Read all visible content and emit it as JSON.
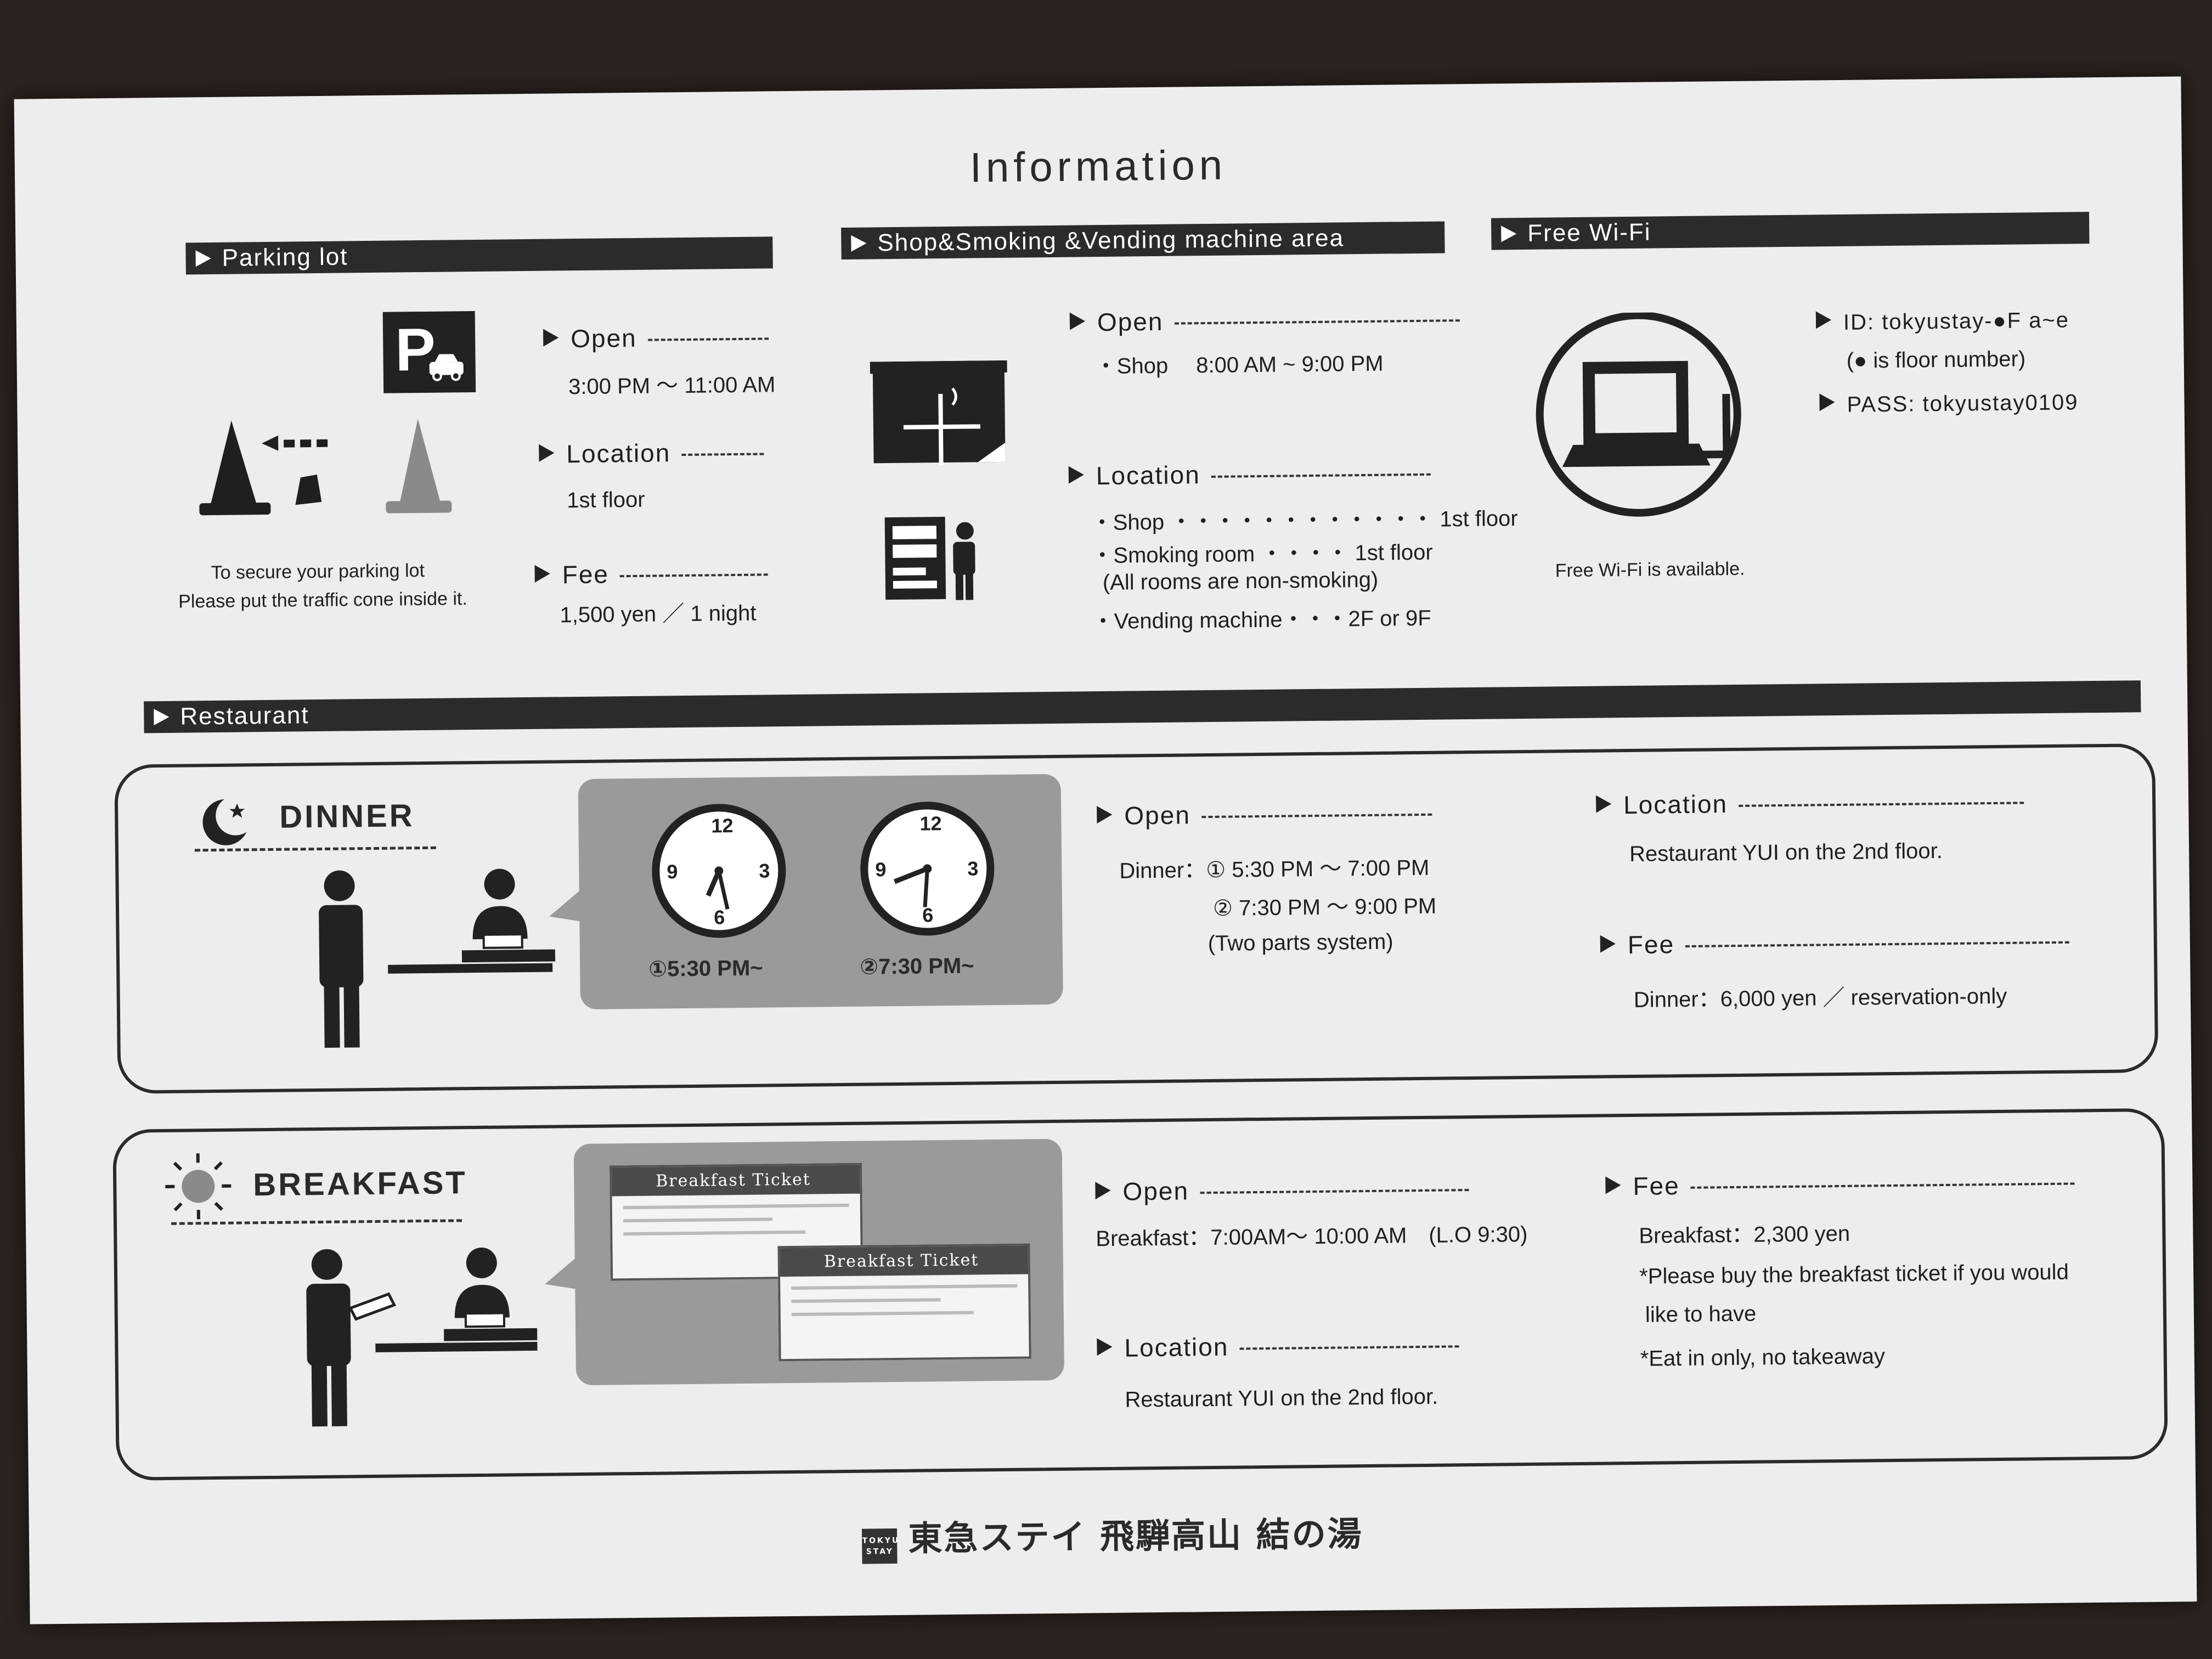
{
  "title": "Information",
  "parking": {
    "header": "Parking lot",
    "icon_letter": "P",
    "open_label": "Open",
    "open_value": "3:00 PM ～ 11:00 AM",
    "location_label": "Location",
    "location_value": "1st floor",
    "fee_label": "Fee",
    "fee_value": "1,500 yen ／ 1 night",
    "note_line1": "To secure your parking lot",
    "note_line2": "Please put the traffic cone inside it."
  },
  "shop": {
    "header": "Shop&Smoking &Vending machine area",
    "open_label": "Open",
    "open_value": "・Shop　 8:00 AM ~ 9:00 PM",
    "location_label": "Location",
    "line1": "・Shop ・・・・・・・・・・・・ 1st floor",
    "line2": "・Smoking room ・・・・ 1st floor",
    "line3": "(All rooms are non-smoking)",
    "line4": "・Vending machine・・・2F or 9F"
  },
  "wifi": {
    "header": "Free Wi-Fi",
    "id_line": "ID: tokyustay-●F a~e",
    "id_note": "(● is floor number)",
    "pass_line": "PASS: tokyustay0109",
    "caption": "Free Wi-Fi is available."
  },
  "restaurant": {
    "header": "Restaurant",
    "dinner": {
      "title": "DINNER",
      "clock1": "①5:30 PM~",
      "clock2": "②7:30 PM~",
      "open_label": "Open",
      "open_line1": "Dinner：① 5:30 PM ～ 7:00 PM",
      "open_line2": "② 7:30 PM ～ 9:00 PM",
      "open_line3": "(Two parts system)",
      "location_label": "Location",
      "location_value": "Restaurant YUI on the 2nd floor.",
      "fee_label": "Fee",
      "fee_value": "Dinner：6,000 yen ／ reservation-only"
    },
    "breakfast": {
      "title": "BREAKFAST",
      "ticket_title": "Breakfast Ticket",
      "open_label": "Open",
      "open_value": "Breakfast：7:00AM～ 10:00 AM　(L.O 9:30)",
      "location_label": "Location",
      "location_value": "Restaurant YUI on the 2nd floor.",
      "fee_label": "Fee",
      "fee_value": "Breakfast：2,300 yen",
      "note1": "*Please buy the breakfast ticket  if you would",
      "note2": "like to have",
      "note3": "*Eat in only, no takeaway"
    }
  },
  "footer": {
    "logo_text": "TOKYU STAY",
    "brand": "東急ステイ 飛騨高山 結の湯"
  }
}
